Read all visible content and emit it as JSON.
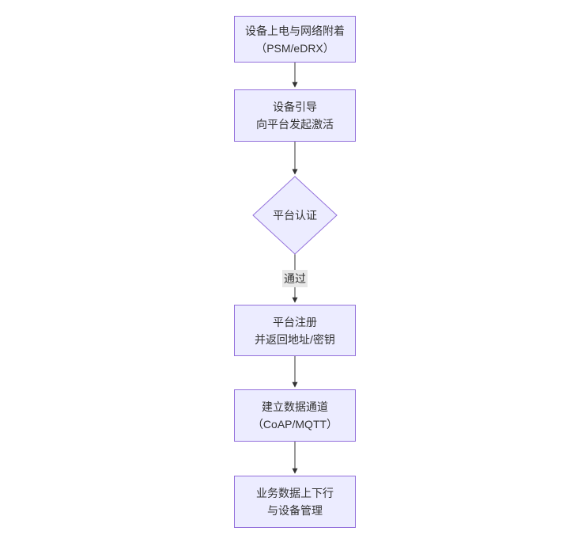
{
  "diagram": {
    "type": "flowchart-top-down",
    "colors": {
      "background": "#ffffff",
      "node_fill": "#ECECFF",
      "node_border": "#9370DB",
      "edge_line": "#333333",
      "text": "#333333",
      "edge_label_bg": "#e8e8e8"
    },
    "nodes": [
      {
        "id": "power-attach",
        "shape": "rect",
        "lines": [
          "设备上电与网络附着",
          "（PSM/eDRX）"
        ]
      },
      {
        "id": "bootstrap",
        "shape": "rect",
        "lines": [
          "设备引导",
          "向平台发起激活"
        ]
      },
      {
        "id": "platform-auth",
        "shape": "diamond",
        "lines": [
          "平台认证"
        ]
      },
      {
        "id": "platform-register",
        "shape": "rect",
        "lines": [
          "平台注册",
          "并返回地址/密钥"
        ]
      },
      {
        "id": "data-channel",
        "shape": "rect",
        "lines": [
          "建立数据通道",
          "（CoAP/MQTT）"
        ]
      },
      {
        "id": "business-data",
        "shape": "rect",
        "lines": [
          "业务数据上下行",
          "与设备管理"
        ]
      }
    ],
    "edges": [
      {
        "from": "power-attach",
        "to": "bootstrap",
        "label": ""
      },
      {
        "from": "bootstrap",
        "to": "platform-auth",
        "label": ""
      },
      {
        "from": "platform-auth",
        "to": "platform-register",
        "label": "通过"
      },
      {
        "from": "platform-register",
        "to": "data-channel",
        "label": ""
      },
      {
        "from": "data-channel",
        "to": "business-data",
        "label": ""
      }
    ]
  }
}
